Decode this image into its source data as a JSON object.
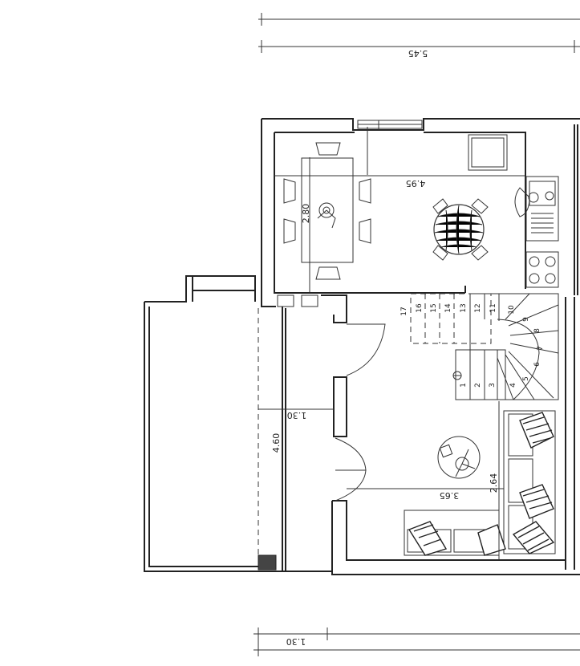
{
  "dimensions": {
    "top_width": "5.45",
    "kitchen_width": "4.95",
    "kitchen_height": "2.80",
    "garage_depth": "4.60",
    "passage_width": "1.30",
    "living_width": "3.65",
    "living_height": "2.64",
    "bottom_width": "1.30"
  },
  "stairs": {
    "straight_steps": [
      "17",
      "16",
      "15",
      "14",
      "13",
      "12",
      "11"
    ],
    "winder_steps": [
      "10",
      "9",
      "8",
      "7",
      "6",
      "5"
    ],
    "bottom_steps": [
      "4",
      "3",
      "2",
      "1"
    ]
  }
}
